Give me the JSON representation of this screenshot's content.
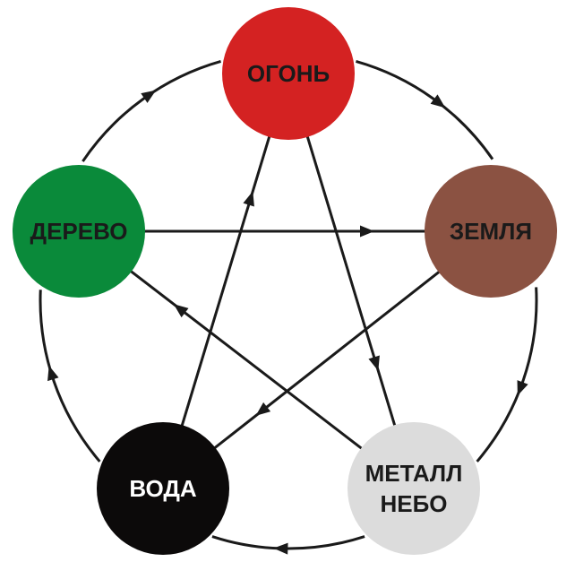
{
  "nodes": [
    {
      "id": "fire",
      "label_lines": [
        "ОГОНЬ"
      ],
      "fill": "#d42222",
      "text_color": "#1a1a1a"
    },
    {
      "id": "earth",
      "label_lines": [
        "ЗЕМЛЯ"
      ],
      "fill": "#8b5242",
      "text_color": "#1a1a1a"
    },
    {
      "id": "metal",
      "label_lines": [
        "МЕТАЛЛ",
        "НЕБО"
      ],
      "fill": "#dcdcdc",
      "text_color": "#1a1a1a"
    },
    {
      "id": "water",
      "label_lines": [
        "ВОДА"
      ],
      "fill": "#0c0a0a",
      "text_color": "#ffffff"
    },
    {
      "id": "wood",
      "label_lines": [
        "ДЕРЕВО"
      ],
      "fill": "#0a8a3a",
      "text_color": "#1a1a1a"
    }
  ],
  "generating_cycle": [
    {
      "from": "fire",
      "to": "earth"
    },
    {
      "from": "earth",
      "to": "metal"
    },
    {
      "from": "metal",
      "to": "water"
    },
    {
      "from": "water",
      "to": "wood"
    },
    {
      "from": "wood",
      "to": "fire"
    }
  ],
  "controlling_cycle": [
    {
      "from": "fire",
      "to": "metal"
    },
    {
      "from": "metal",
      "to": "wood"
    },
    {
      "from": "wood",
      "to": "earth"
    },
    {
      "from": "earth",
      "to": "water"
    },
    {
      "from": "water",
      "to": "fire"
    }
  ],
  "colors": {
    "line": "#1a1a1a",
    "background": "#ffffff"
  }
}
